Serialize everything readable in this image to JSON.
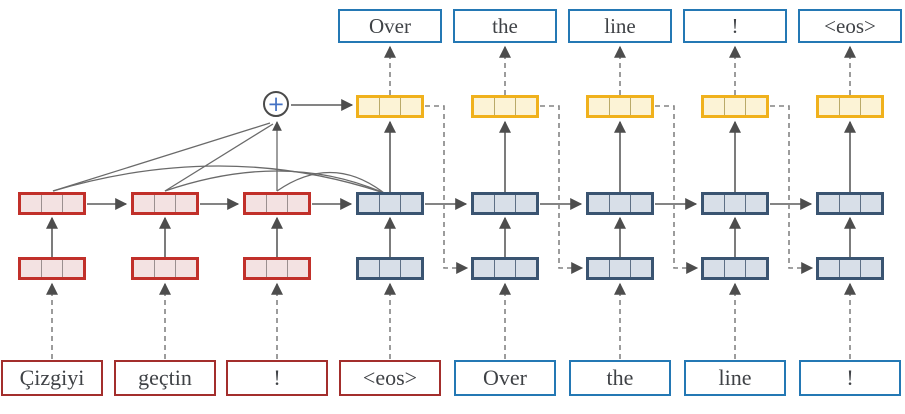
{
  "diagram": {
    "encoder_input_tokens": [
      "Çizgiyi",
      "geçtin",
      "!",
      "<eos>"
    ],
    "decoder_input_tokens": [
      "Over",
      "the",
      "line",
      "!"
    ],
    "decoder_output_tokens": [
      "Over",
      "the",
      "line",
      "!",
      "<eos>"
    ],
    "attention_operator": "+",
    "colors": {
      "encoder_cell_border": "#c1302a",
      "encoder_cell_fill": "#f3e2e2",
      "decoder_cell_border": "#3a5471",
      "decoder_cell_fill": "#d8dfe8",
      "attention_cell_border": "#f0b11c",
      "attention_cell_fill": "#fcf3d6",
      "source_token_border": "#a32e2c",
      "target_token_border": "#2478b4",
      "connector_line": "#5c5c5c",
      "dashed_line": "#848484",
      "plus_sign": "#4472c4"
    }
  }
}
